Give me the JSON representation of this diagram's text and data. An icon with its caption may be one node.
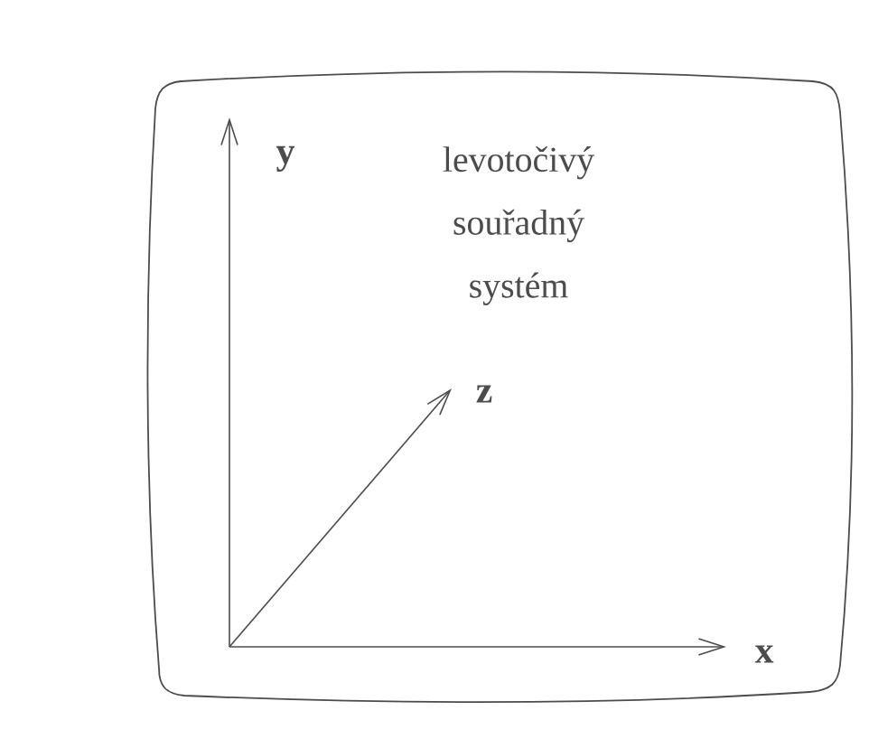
{
  "diagram": {
    "nodes": [
      {
        "text": [
          "levotočivý souřadný systém"
        ]
      }
    ],
    "labels": [
      "y",
      "z",
      "x"
    ]
  }
}
